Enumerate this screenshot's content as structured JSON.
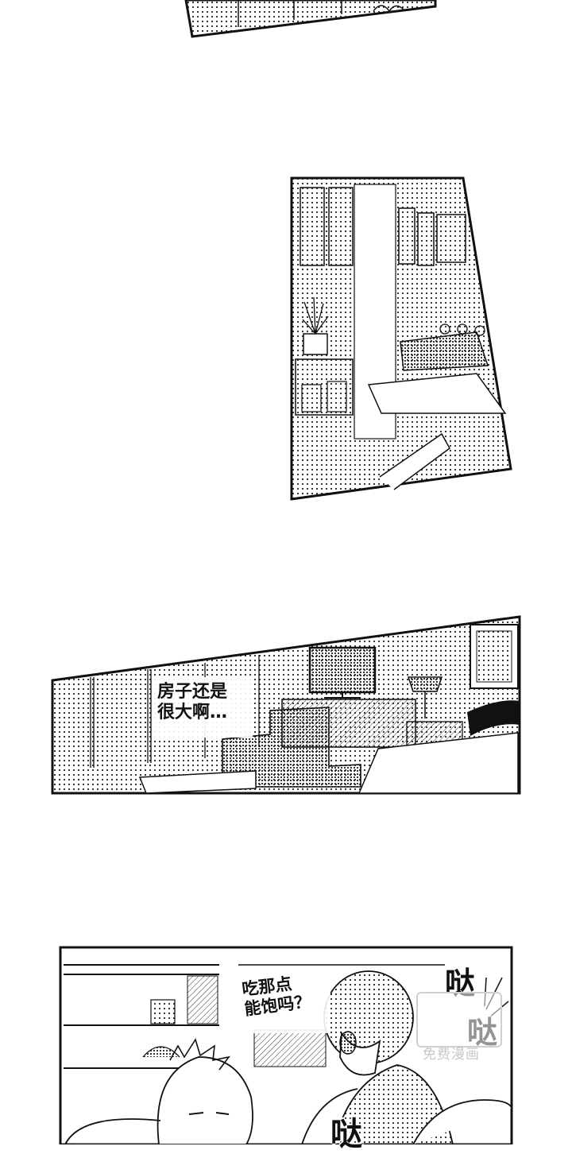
{
  "panels": {
    "living_room_speech": [
      "房子还是",
      "很大啊…"
    ],
    "bottom_speech": [
      "吃那点",
      "能饱吗？"
    ],
    "sfx": [
      "哒",
      "哒",
      "哒"
    ]
  },
  "watermark": {
    "text": "免费漫画"
  },
  "colors": {
    "ink": "#111111",
    "paper": "#ffffff",
    "watermark": "#c8c8c8"
  }
}
